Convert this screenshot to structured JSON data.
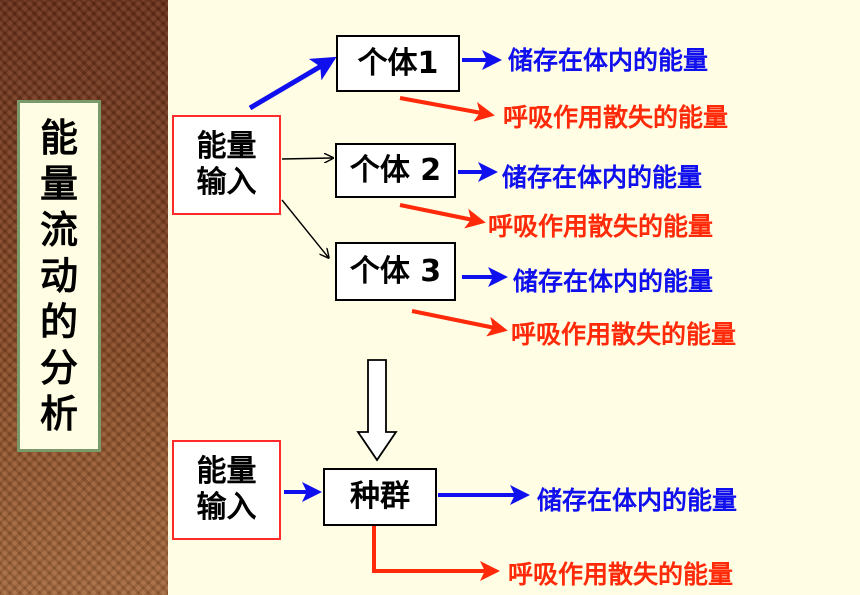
{
  "title_chars": [
    "能",
    "量",
    "流",
    "动",
    "的",
    "分",
    "析"
  ],
  "energy_input_top": [
    "能量",
    "输入"
  ],
  "energy_input_bottom": [
    "能量",
    "输入"
  ],
  "individuals": [
    {
      "label": "个体1",
      "stored": "储存在体内的能量",
      "lost": "呼吸作用散失的能量"
    },
    {
      "label": "个体 2",
      "stored": "储存在体内的能量",
      "lost": "呼吸作用散失的能量"
    },
    {
      "label": "个体 3",
      "stored": "储存在体内的能量",
      "lost": "呼吸作用散失的能量"
    }
  ],
  "population": {
    "label": "种群",
    "stored": "储存在体内的能量",
    "lost": "呼吸作用散失的能量"
  },
  "colors": {
    "stored": "#1010ee",
    "lost": "#ff2a0a",
    "box_red_border": "#ff2a2a"
  }
}
